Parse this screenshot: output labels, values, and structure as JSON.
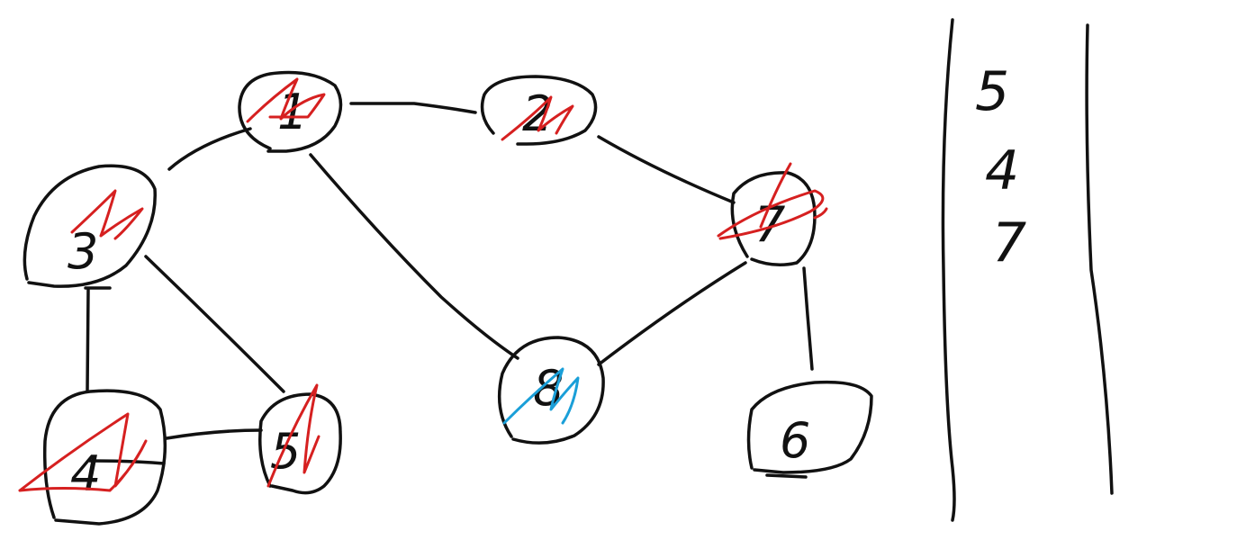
{
  "nodes": [
    {
      "id": "n1",
      "label": "1",
      "visited": true
    },
    {
      "id": "n2",
      "label": "2",
      "visited": true
    },
    {
      "id": "n3",
      "label": "3",
      "visited": true
    },
    {
      "id": "n4",
      "label": "4",
      "visited": true
    },
    {
      "id": "n5",
      "label": "5",
      "visited": true
    },
    {
      "id": "n6",
      "label": "6",
      "visited": false
    },
    {
      "id": "n7",
      "label": "7",
      "visited": true
    },
    {
      "id": "n8",
      "label": "8",
      "visited": "current"
    }
  ],
  "edges": [
    [
      "n1",
      "n2"
    ],
    [
      "n1",
      "n3"
    ],
    [
      "n1",
      "n8"
    ],
    [
      "n2",
      "n7"
    ],
    [
      "n3",
      "n4"
    ],
    [
      "n3",
      "n5"
    ],
    [
      "n4",
      "n5"
    ],
    [
      "n7",
      "n8"
    ],
    [
      "n7",
      "n6"
    ]
  ],
  "stack": {
    "items": [
      "5",
      "4",
      "7"
    ]
  },
  "colors": {
    "ink": "#111111",
    "visited_mark": "#d62020",
    "current_mark": "#1a9fd8",
    "background": "#ffffff"
  }
}
